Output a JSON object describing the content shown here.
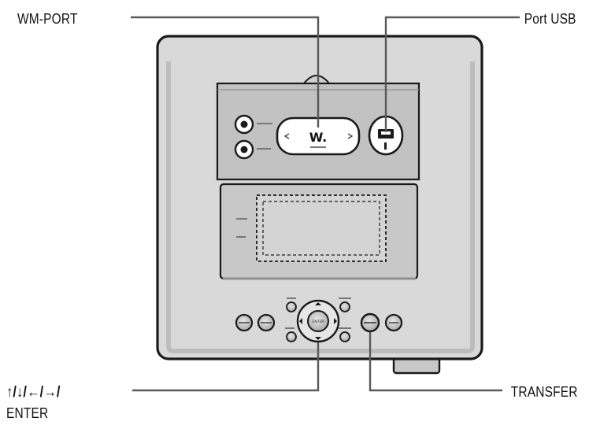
{
  "callouts": {
    "wm_port": "WM-PORT",
    "usb_port": "Port USB",
    "nav_keys": "↑/↓/←/→/",
    "nav_enter": "ENTER",
    "transfer": "TRANSFER"
  },
  "panel": {
    "enter_key": "ENTER",
    "walkman_logo": "W."
  },
  "colors": {
    "body_fill": "#d9d9d9",
    "inner_panel": "#c4c4c4",
    "outline": "#1a1a1a",
    "button_fill": "#b8b8b8"
  }
}
